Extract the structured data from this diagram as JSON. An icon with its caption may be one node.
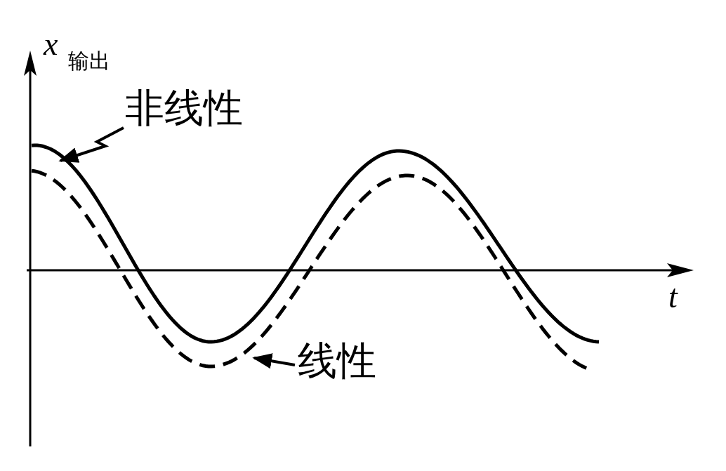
{
  "diagram": {
    "nodes": [
      {
        "text": [
          "非线性"
        ]
      },
      {
        "text": [],
        "shape": "curve"
      },
      {
        "text": [
          "线性"
        ]
      },
      {
        "text": [],
        "shape": "curve"
      }
    ],
    "edges": [
      {
        "from": 0,
        "to": 1,
        "arrow": "to"
      },
      {
        "from": 2,
        "to": 3,
        "arrow": "to"
      }
    ],
    "labels": [
      "x",
      "输出",
      "t"
    ]
  }
}
